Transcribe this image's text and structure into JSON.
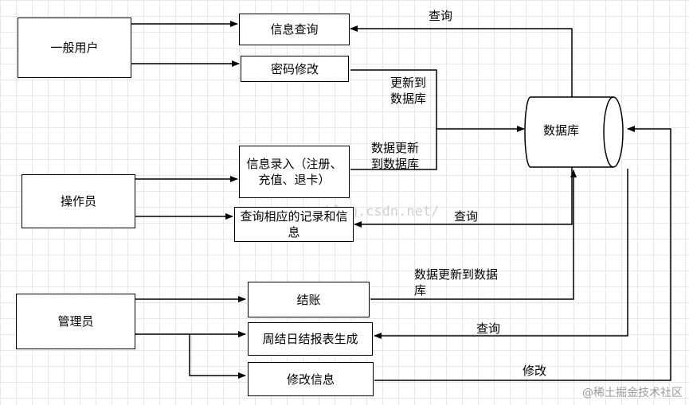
{
  "actors": {
    "user": "一般用户",
    "operator": "操作员",
    "admin": "管理员"
  },
  "processes": {
    "info_query": "信息查询",
    "password_change": "密码修改",
    "info_entry": "信息录入（注册、充值、退卡）",
    "query_records": "查询相应的记录和信息",
    "checkout": "结账",
    "report_gen": "周结日结报表生成",
    "modify_info": "修改信息"
  },
  "datastore": "数据库",
  "labels": {
    "query_top": "查询",
    "update_to_db": "更新到数据库",
    "data_update_to_db": "数据更新到数据库",
    "query_mid": "查询",
    "data_update_to_db_2": "数据更新到数据库",
    "query_low": "查询",
    "modify": "修改"
  },
  "watermark": "blog.csdn.net/",
  "brand": "@稀土掘金技术社区"
}
